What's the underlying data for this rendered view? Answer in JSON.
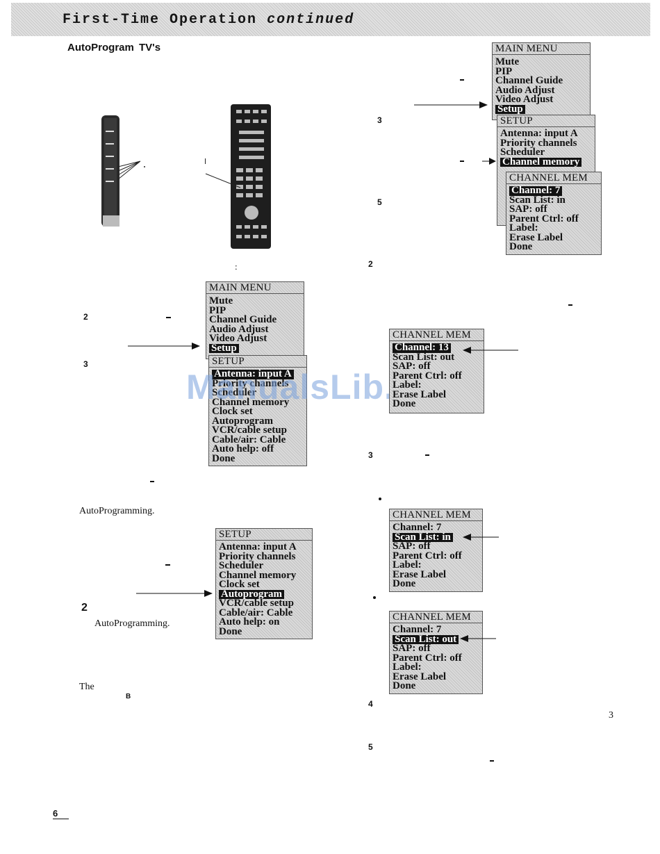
{
  "header": {
    "title_main": "First-Time Operation",
    "title_suffix": "continued"
  },
  "left": {
    "section_heading_a": "AutoProgram",
    "section_heading_b": "TV's",
    "colon": ":",
    "step2_a": "2",
    "step3_a": "3",
    "body_autoprogramming_1": "AutoProgramming.",
    "step2_b": "2",
    "body_autoprogramming_2": "AutoProgramming.",
    "the": "The",
    "b_mark": "B",
    "page_number": "6"
  },
  "right": {
    "step3_a": "3",
    "step5_a": "5",
    "step2": "2",
    "step3_b": "3",
    "step4": "4",
    "step5_b": "5",
    "margin_3": "3"
  },
  "menus": {
    "main_top": {
      "header": "MAIN MENU",
      "items": [
        "Mute",
        "PIP",
        "Channel Guide",
        "Audio Adjust",
        "Video Adjust",
        "Setup"
      ]
    },
    "setup_top": {
      "header": "SETUP",
      "items": [
        "Antenna: input A",
        "Priority channels",
        "Scheduler",
        "Channel memory"
      ]
    },
    "chmem_top": {
      "header": "CHANNEL MEM",
      "items": [
        "Channel: 7",
        "Scan List: in",
        "SAP: off",
        "Parent Ctrl: off",
        "Label:",
        "Erase Label",
        "Done"
      ]
    },
    "main_mid": {
      "header": "MAIN MENU",
      "items": [
        "Mute",
        "PIP",
        "Channel Guide",
        "Audio Adjust",
        "Video Adjust",
        "Setup"
      ]
    },
    "setup_mid": {
      "header": "SETUP",
      "items": [
        "Antenna: input A",
        "Priority channels",
        "Scheduler",
        "Channel memory",
        "Clock set",
        "Autoprogram",
        "VCR/cable setup",
        "Cable/air: Cable",
        "Auto help: off",
        "Done"
      ]
    },
    "setup_low": {
      "header": "SETUP",
      "items": [
        "Antenna: input A",
        "Priority channels",
        "Scheduler",
        "Channel memory",
        "Clock set",
        "Autoprogram",
        "VCR/cable setup",
        "Cable/air: Cable",
        "Auto help: on",
        "Done"
      ]
    },
    "chmem_13": {
      "header": "CHANNEL MEM",
      "items": [
        "Channel: 13",
        "Scan List: out",
        "SAP: off",
        "Parent Ctrl: off",
        "Label:",
        "Erase Label",
        "Done"
      ]
    },
    "chmem_in": {
      "header": "CHANNEL MEM",
      "items": [
        "Channel: 7",
        "Scan List: in",
        "SAP: off",
        "Parent Ctrl: off",
        "Label:",
        "Erase Label",
        "Done"
      ]
    },
    "chmem_out": {
      "header": "CHANNEL MEM",
      "items": [
        "Channel: 7",
        "Scan List: out",
        "SAP: off",
        "Parent Ctrl: off",
        "Label:",
        "Erase Label",
        "Done"
      ]
    }
  },
  "watermark": "ManualsLib.com"
}
